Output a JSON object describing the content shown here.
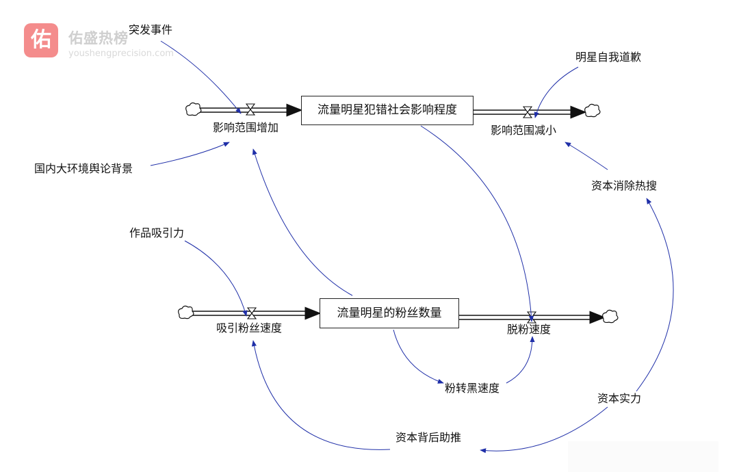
{
  "watermark": {
    "logo_char": "佑",
    "brand": "佑盛热榜",
    "domain": "youshengprecision.com"
  },
  "stocks": {
    "influence": "流量明星犯错社会影响程度",
    "fans": "流量明星的粉丝数量"
  },
  "flows": {
    "influence_increase": "影响范围增加",
    "influence_decrease": "影响范围减小",
    "attract_rate": "吸引粉丝速度",
    "unfollow_rate": "脱粉速度"
  },
  "variables": {
    "sudden_event": "突发事件",
    "apology": "明星自我道歉",
    "opinion_background": "国内大环境舆论背景",
    "capital_remove_trending": "资本消除热搜",
    "work_appeal": "作品吸引力",
    "anti_fan_rate": "粉转黑速度",
    "capital_strength": "资本实力",
    "capital_push": "资本背后助推"
  },
  "colors": {
    "link": "#1f2fa8",
    "pipe": "#111111",
    "stock_border": "#222222"
  }
}
